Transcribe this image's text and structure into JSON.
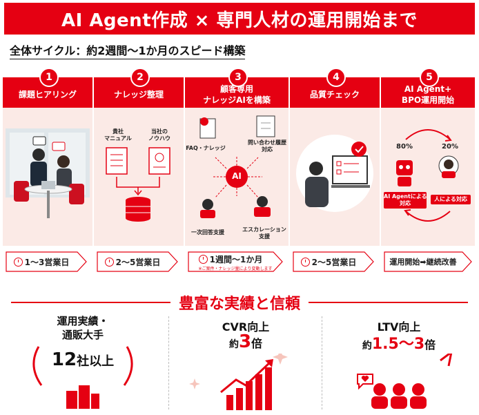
{
  "title": "AI Agent作成 × 専門人材の運用開始まで",
  "subtitle": "全体サイクル：約2週間〜1か月のスピード構築",
  "steps": [
    {
      "num": "1",
      "title": "課題ヒアリング",
      "duration": "1〜3営業日"
    },
    {
      "num": "2",
      "title": "ナレッジ整理",
      "duration": "2〜5営業日",
      "labels": {
        "a": "貴社\nマニュアル",
        "b": "当社の\nノウハウ"
      }
    },
    {
      "num": "3",
      "title": "顧客専用\nナレッジAIを構築",
      "duration": "1週間〜1か月",
      "note": "※ご案件・ナレッジ量により変動します",
      "labels": {
        "faq": "FAQ・ナレッジ",
        "history": "問い合わせ履歴\n対応",
        "ai": "AI",
        "first": "一次回答支援",
        "esc": "エスカレーション\n支援"
      }
    },
    {
      "num": "4",
      "title": "品質チェック",
      "duration": "2〜5営業日"
    },
    {
      "num": "5",
      "title": "AI Agent+\nBPO運用開始",
      "duration": "運用開始➡継続改善",
      "labels": {
        "p80": "80%",
        "p20": "20%",
        "ai_handle": "AI Agentによる\n対応",
        "human_handle": "人による対応"
      }
    }
  ],
  "results": {
    "heading": "豊富な実績と信頼",
    "items": [
      {
        "line1": "運用実績・",
        "line2": "通販大手",
        "value": "12",
        "unit": "社以上"
      },
      {
        "label": "CVR向上",
        "prefix": "約",
        "value": "3",
        "suffix": "倍"
      },
      {
        "label": "LTV向上",
        "prefix": "約",
        "value": "1.5〜3",
        "suffix": "倍"
      }
    ]
  },
  "colors": {
    "accent": "#e50012",
    "panel": "#fbeae6"
  }
}
